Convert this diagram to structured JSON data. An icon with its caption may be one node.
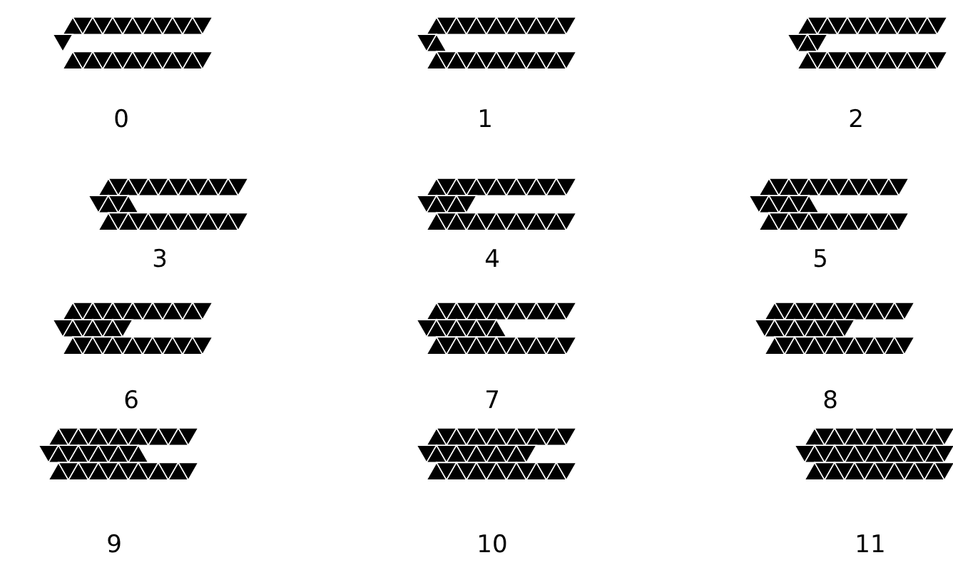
{
  "diagram": {
    "labels": [
      "0",
      "1",
      "2",
      "3",
      "4",
      "5",
      "6",
      "7",
      "8",
      "9",
      "10",
      "11"
    ]
  }
}
